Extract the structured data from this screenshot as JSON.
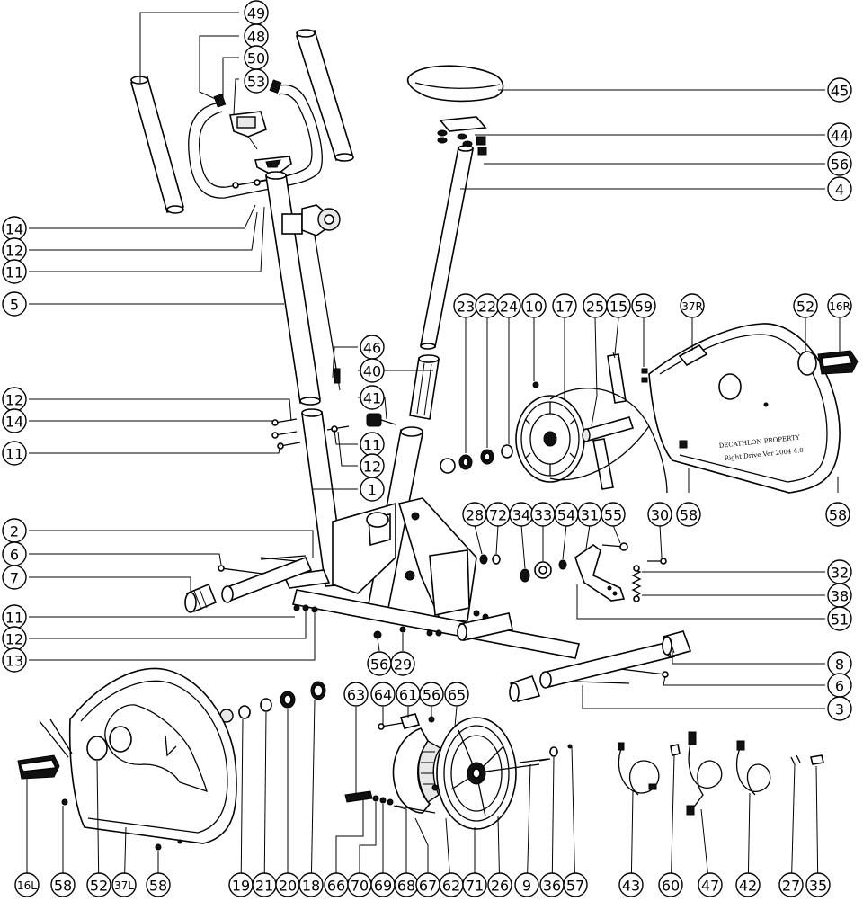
{
  "callouts": [
    {
      "id": "c49",
      "label": "49"
    },
    {
      "id": "c48",
      "label": "48"
    },
    {
      "id": "c50",
      "label": "50"
    },
    {
      "id": "c53",
      "label": "53"
    },
    {
      "id": "c45",
      "label": "45"
    },
    {
      "id": "c44",
      "label": "44"
    },
    {
      "id": "c56a",
      "label": "56"
    },
    {
      "id": "c4",
      "label": "4"
    },
    {
      "id": "c14a",
      "label": "14"
    },
    {
      "id": "c12a",
      "label": "12"
    },
    {
      "id": "c11a",
      "label": "11"
    },
    {
      "id": "c5",
      "label": "5"
    },
    {
      "id": "c46",
      "label": "46"
    },
    {
      "id": "c40",
      "label": "40"
    },
    {
      "id": "c41",
      "label": "41"
    },
    {
      "id": "c12b",
      "label": "12"
    },
    {
      "id": "c14b",
      "label": "14"
    },
    {
      "id": "c11b",
      "label": "11"
    },
    {
      "id": "c11c",
      "label": "11"
    },
    {
      "id": "c12c",
      "label": "12"
    },
    {
      "id": "c1",
      "label": "1"
    },
    {
      "id": "c23",
      "label": "23"
    },
    {
      "id": "c22",
      "label": "22"
    },
    {
      "id": "c24",
      "label": "24"
    },
    {
      "id": "c10",
      "label": "10"
    },
    {
      "id": "c17",
      "label": "17"
    },
    {
      "id": "c25",
      "label": "25"
    },
    {
      "id": "c15",
      "label": "15"
    },
    {
      "id": "c59",
      "label": "59"
    },
    {
      "id": "c37R",
      "label": "37R"
    },
    {
      "id": "c52a",
      "label": "52"
    },
    {
      "id": "c16R",
      "label": "16R"
    },
    {
      "id": "c58a",
      "label": "58"
    },
    {
      "id": "c58b",
      "label": "58"
    },
    {
      "id": "c2",
      "label": "2"
    },
    {
      "id": "c6a",
      "label": "6"
    },
    {
      "id": "c7",
      "label": "7"
    },
    {
      "id": "c11d",
      "label": "11"
    },
    {
      "id": "c12d",
      "label": "12"
    },
    {
      "id": "c13",
      "label": "13"
    },
    {
      "id": "c28",
      "label": "28"
    },
    {
      "id": "c72",
      "label": "72"
    },
    {
      "id": "c34",
      "label": "34"
    },
    {
      "id": "c33",
      "label": "33"
    },
    {
      "id": "c54",
      "label": "54"
    },
    {
      "id": "c31",
      "label": "31"
    },
    {
      "id": "c55",
      "label": "55"
    },
    {
      "id": "c30",
      "label": "30"
    },
    {
      "id": "c32",
      "label": "32"
    },
    {
      "id": "c38",
      "label": "38"
    },
    {
      "id": "c51",
      "label": "51"
    },
    {
      "id": "c56b",
      "label": "56"
    },
    {
      "id": "c29",
      "label": "29"
    },
    {
      "id": "c8",
      "label": "8"
    },
    {
      "id": "c6b",
      "label": "6"
    },
    {
      "id": "c3",
      "label": "3"
    },
    {
      "id": "c63",
      "label": "63"
    },
    {
      "id": "c64",
      "label": "64"
    },
    {
      "id": "c61",
      "label": "61"
    },
    {
      "id": "c56c",
      "label": "56"
    },
    {
      "id": "c65",
      "label": "65"
    },
    {
      "id": "c16L",
      "label": "16L"
    },
    {
      "id": "c58c",
      "label": "58"
    },
    {
      "id": "c52b",
      "label": "52"
    },
    {
      "id": "c37L",
      "label": "37L"
    },
    {
      "id": "c58d",
      "label": "58"
    },
    {
      "id": "c19",
      "label": "19"
    },
    {
      "id": "c21",
      "label": "21"
    },
    {
      "id": "c20",
      "label": "20"
    },
    {
      "id": "c18",
      "label": "18"
    },
    {
      "id": "c66",
      "label": "66"
    },
    {
      "id": "c70",
      "label": "70"
    },
    {
      "id": "c69",
      "label": "69"
    },
    {
      "id": "c68",
      "label": "68"
    },
    {
      "id": "c67",
      "label": "67"
    },
    {
      "id": "c62",
      "label": "62"
    },
    {
      "id": "c71",
      "label": "71"
    },
    {
      "id": "c26",
      "label": "26"
    },
    {
      "id": "c9",
      "label": "9"
    },
    {
      "id": "c36",
      "label": "36"
    },
    {
      "id": "c57",
      "label": "57"
    },
    {
      "id": "c43",
      "label": "43"
    },
    {
      "id": "c60",
      "label": "60"
    },
    {
      "id": "c47",
      "label": "47"
    },
    {
      "id": "c42",
      "label": "42"
    },
    {
      "id": "c27",
      "label": "27"
    },
    {
      "id": "c35",
      "label": "35"
    }
  ],
  "cover_logo": {
    "line1": "DECATHLON PROPERTY",
    "line2": "Right Drive Ver 2004 4.0"
  }
}
